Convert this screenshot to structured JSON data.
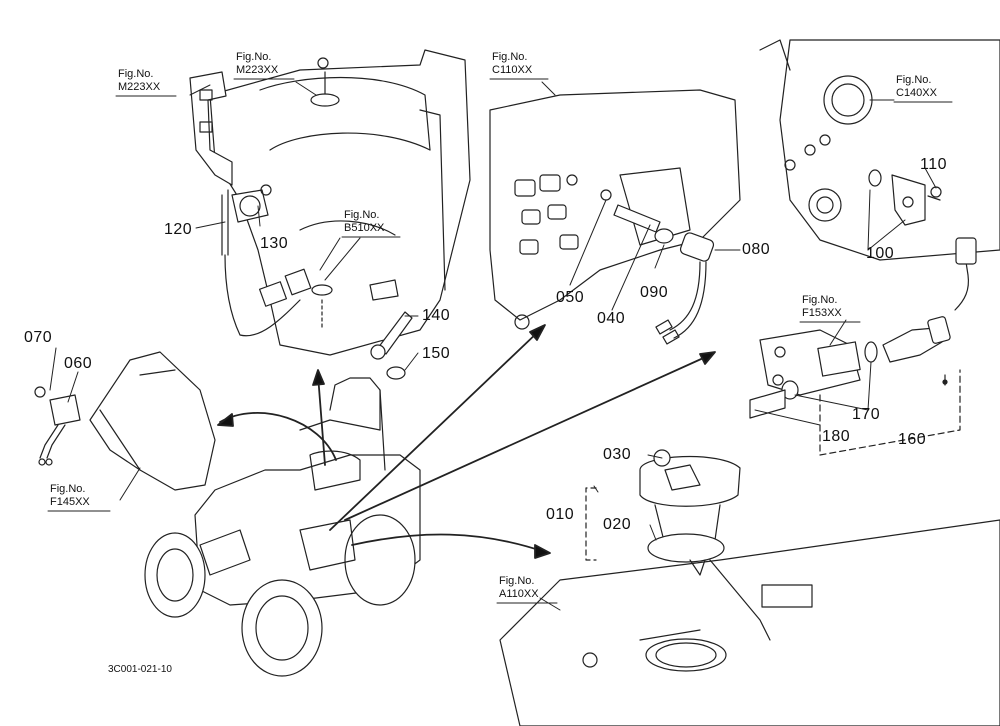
{
  "fig_refs": [
    {
      "name": "fig-m223xx-left",
      "line1": "Fig.No.",
      "line2": "M223XX"
    },
    {
      "name": "fig-m223xx-top",
      "line1": "Fig.No.",
      "line2": "M223XX"
    },
    {
      "name": "fig-c110xx",
      "line1": "Fig.No.",
      "line2": "C110XX"
    },
    {
      "name": "fig-c140xx",
      "line1": "Fig.No.",
      "line2": "C140XX"
    },
    {
      "name": "fig-b510xx",
      "line1": "Fig.No.",
      "line2": "B510XX"
    },
    {
      "name": "fig-f153xx",
      "line1": "Fig.No.",
      "line2": "F153XX"
    },
    {
      "name": "fig-f145xx",
      "line1": "Fig.No.",
      "line2": "F145XX"
    },
    {
      "name": "fig-a110xx",
      "line1": "Fig.No.",
      "line2": "A110XX"
    }
  ],
  "part_numbers": {
    "p120": "120",
    "p130": "130",
    "p140": "140",
    "p150": "150",
    "p070": "070",
    "p060": "060",
    "p050": "050",
    "p040": "040",
    "p090": "090",
    "p080": "080",
    "p110": "110",
    "p100": "100",
    "p170": "170",
    "p180": "180",
    "p160": "160",
    "p030": "030",
    "p010": "010",
    "p020": "020"
  },
  "drawing_code": "3C001-021-10"
}
